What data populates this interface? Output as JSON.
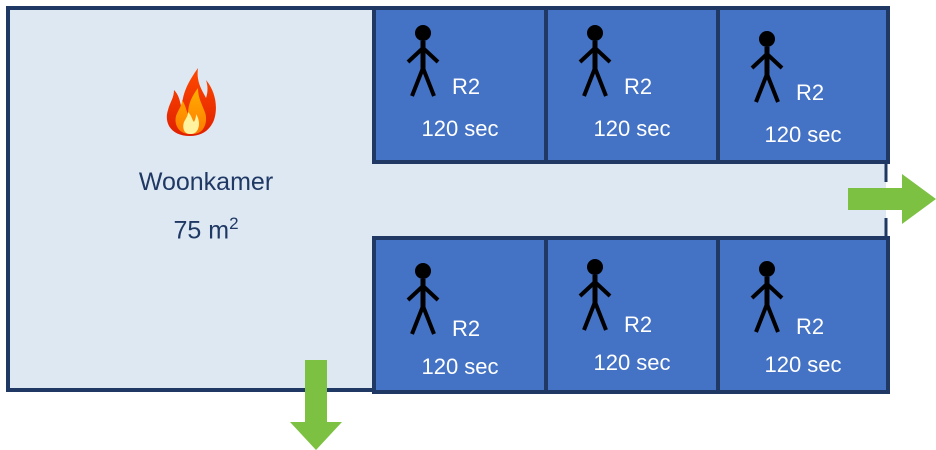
{
  "living_room": {
    "name": "Woonkamer",
    "area_value": "75 m",
    "area_exponent": "2",
    "fire_icon": "fire-icon"
  },
  "rooms": [
    {
      "label": "R2",
      "time": "120 sec",
      "icon": "person-icon"
    },
    {
      "label": "R2",
      "time": "120 sec",
      "icon": "person-icon"
    },
    {
      "label": "R2",
      "time": "120 sec",
      "icon": "person-icon"
    },
    {
      "label": "R2",
      "time": "120 sec",
      "icon": "person-icon"
    },
    {
      "label": "R2",
      "time": "120 sec",
      "icon": "person-icon"
    },
    {
      "label": "R2",
      "time": "120 sec",
      "icon": "person-icon"
    }
  ],
  "exits": [
    {
      "icon": "arrow-right-icon"
    },
    {
      "icon": "arrow-down-icon"
    }
  ],
  "colors": {
    "room_fill": "#4472c4",
    "room_border": "#1f3864",
    "living_fill": "#dde8f3",
    "exit_arrow": "#7dc142"
  }
}
